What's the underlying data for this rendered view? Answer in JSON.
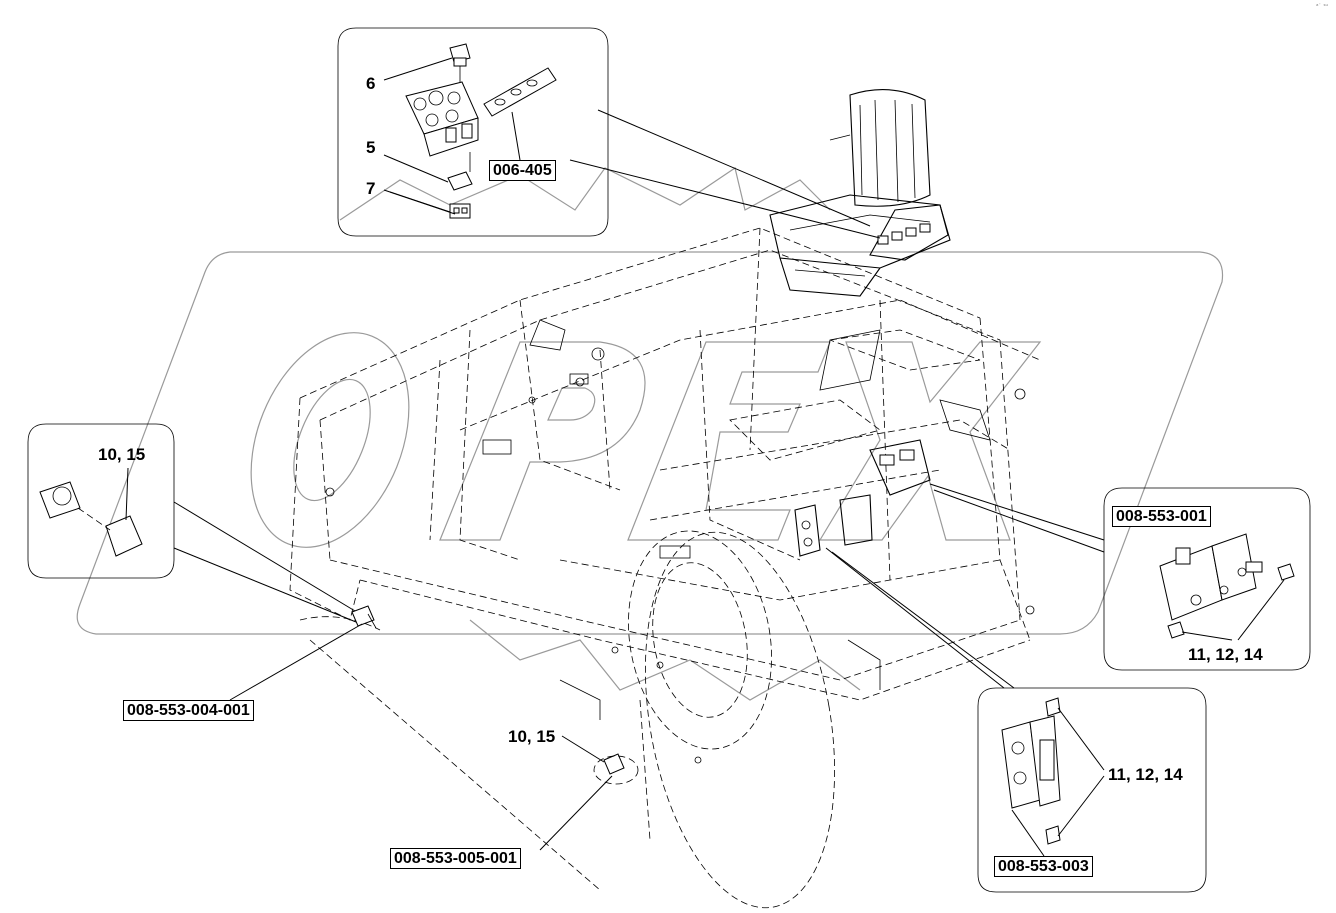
{
  "corner_mark": "ᵃ˙ ˢᵘ",
  "callouts": {
    "c_6": "6",
    "c_5": "5",
    "c_7": "7",
    "c_10_15_left": "10, 15",
    "c_10_15_bottom": "10, 15",
    "c_11_12_14_right": "11, 12, 14",
    "c_11_12_14_bottom": "11, 12, 14"
  },
  "references": {
    "ref_006_405": "006-405",
    "ref_008_553_001": "008-553-001",
    "ref_008_553_004_001": "008-553-004-001",
    "ref_008_553_005_001": "008-553-005-001",
    "ref_008_553_003": "008-553-003"
  },
  "watermark": {
    "text": "OPEX",
    "color": "#9a9a9a"
  }
}
